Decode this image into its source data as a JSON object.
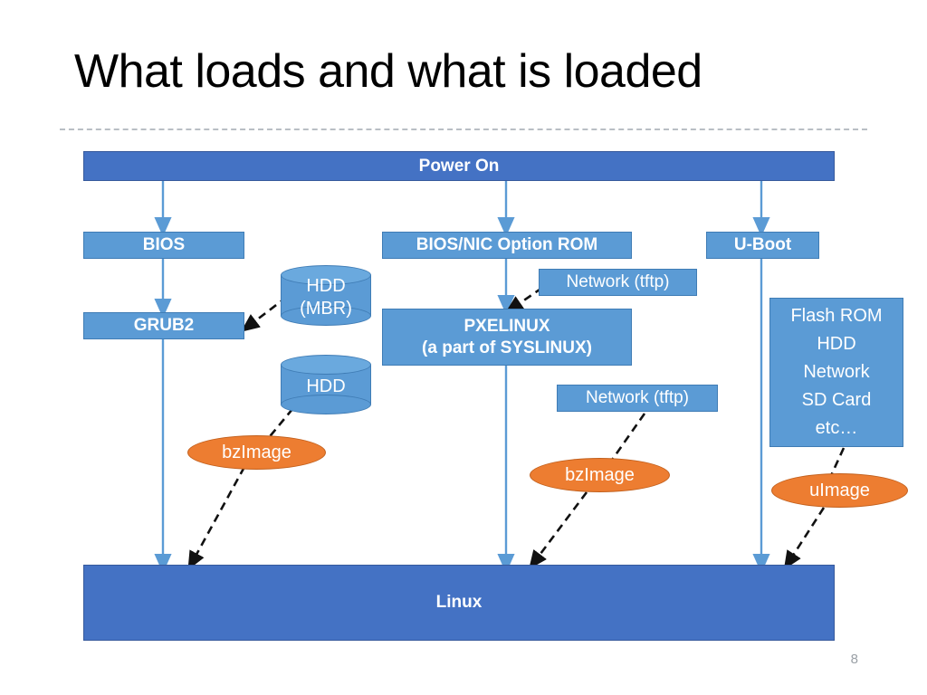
{
  "slide": {
    "title": "What loads and what is loaded",
    "page_number": "8",
    "colors": {
      "primary_dark_blue": "#4472C4",
      "primary_light_blue": "#5B9BD5",
      "accent_orange": "#ED7D31",
      "text_on_fill": "#FFFFFF",
      "title_text": "#000000",
      "rule": "#B9BEC4",
      "dashed_arrow": "#000000"
    }
  },
  "nodes": {
    "power_on": {
      "label": "Power On"
    },
    "bios": {
      "label": "BIOS"
    },
    "bios_nic_option_rom": {
      "label": "BIOS/NIC Option ROM"
    },
    "u_boot": {
      "label": "U-Boot"
    },
    "grub2": {
      "label": "GRUB2"
    },
    "pxelinux": {
      "line1": "PXELINUX",
      "line2": "(a part of SYSLINUX)"
    },
    "hdd_mbr": {
      "line1": "HDD",
      "line2": "(MBR)"
    },
    "hdd": {
      "line1": "HDD"
    },
    "network_tftp_upper": {
      "label": "Network (tftp)"
    },
    "network_tftp_lower": {
      "label": "Network (tftp)"
    },
    "flash_rom_sources": {
      "lines": [
        "Flash ROM",
        "HDD",
        "Network",
        "SD Card",
        "etc…"
      ]
    },
    "bzimage_left": {
      "label": "bzImage"
    },
    "bzimage_center": {
      "label": "bzImage"
    },
    "uimage_right": {
      "label": "uImage"
    },
    "linux": {
      "label": "Linux"
    }
  },
  "flows": [
    {
      "from": "power_on",
      "to": "bios",
      "style": "solid"
    },
    {
      "from": "power_on",
      "to": "bios_nic_option_rom",
      "style": "solid"
    },
    {
      "from": "power_on",
      "to": "u_boot",
      "style": "solid"
    },
    {
      "from": "bios",
      "to": "grub2",
      "style": "solid"
    },
    {
      "from": "bios_nic_option_rom",
      "to": "pxelinux",
      "style": "solid"
    },
    {
      "from": "hdd_mbr",
      "to": "grub2",
      "style": "dashed"
    },
    {
      "from": "network_tftp_upper",
      "to": "pxelinux",
      "style": "dashed"
    },
    {
      "from": "hdd",
      "to": "bzimage_left",
      "style": "dashed"
    },
    {
      "from": "network_tftp_lower",
      "to": "bzimage_center",
      "style": "dashed"
    },
    {
      "from": "flash_rom_sources",
      "to": "uimage_right",
      "style": "dashed"
    },
    {
      "from": "grub2",
      "to": "linux",
      "style": "solid"
    },
    {
      "from": "pxelinux",
      "to": "linux",
      "style": "solid"
    },
    {
      "from": "u_boot",
      "to": "linux",
      "style": "solid"
    },
    {
      "from": "bzimage_left",
      "to": "linux",
      "style": "dashed"
    },
    {
      "from": "bzimage_center",
      "to": "linux",
      "style": "dashed"
    },
    {
      "from": "uimage_right",
      "to": "linux",
      "style": "dashed"
    }
  ]
}
